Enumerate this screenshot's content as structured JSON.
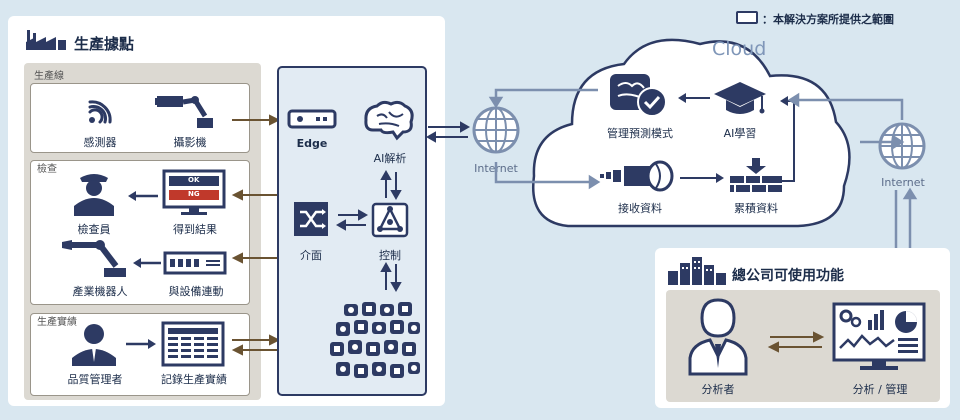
{
  "legend": {
    "text": "：本解決方案所提供之範圍"
  },
  "factory": {
    "title": "生產據點",
    "sections": [
      {
        "label": "生產線",
        "items": [
          "感測器",
          "攝影機"
        ]
      },
      {
        "label": "檢查",
        "items": [
          "檢查員",
          "得到結果",
          "產業機器人",
          "與設備連動"
        ]
      },
      {
        "label": "生產實績",
        "items": [
          "品質管理者",
          "記錄生產實績"
        ]
      }
    ],
    "ok_label": "OK",
    "ng_label": "NG"
  },
  "edge": {
    "edge_label": "Edge",
    "ai_label": "AI解析",
    "interface_label": "介面",
    "control_label": "控制"
  },
  "internet_label": "Internet",
  "cloud": {
    "title": "Cloud",
    "model_label": "管理預測模式",
    "ai_learn_label": "AI學習",
    "receive_label": "接收資料",
    "accumulate_label": "累積資料"
  },
  "hq": {
    "title": "總公司可使用功能",
    "analyst_label": "分析者",
    "analysis_label": "分析 / 管理"
  },
  "colors": {
    "navy": "#2d3a63",
    "brown": "#6a5332",
    "grey": "#7c8fae",
    "bg": "#d9e7f0"
  }
}
